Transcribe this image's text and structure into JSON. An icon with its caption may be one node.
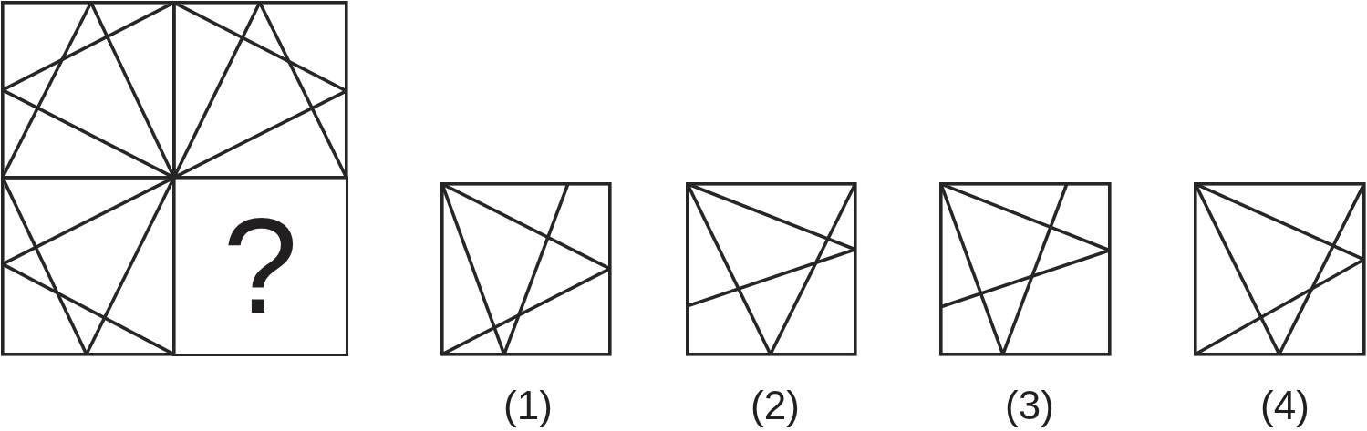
{
  "diagram": {
    "nodes": [
      {
        "text": [],
        "shape": "picture"
      },
      {
        "text": [],
        "shape": "picture"
      },
      {
        "text": [],
        "shape": "picture"
      },
      {
        "text": [
          "?"
        ]
      },
      {
        "text": [],
        "shape": "picture",
        "beside": [
          "(1)"
        ]
      },
      {
        "text": [],
        "shape": "picture",
        "beside": [
          "(2)"
        ]
      },
      {
        "text": [],
        "shape": "picture",
        "beside": [
          "(3)"
        ]
      },
      {
        "text": [],
        "shape": "picture",
        "beside": [
          "(4)"
        ]
      }
    ]
  }
}
